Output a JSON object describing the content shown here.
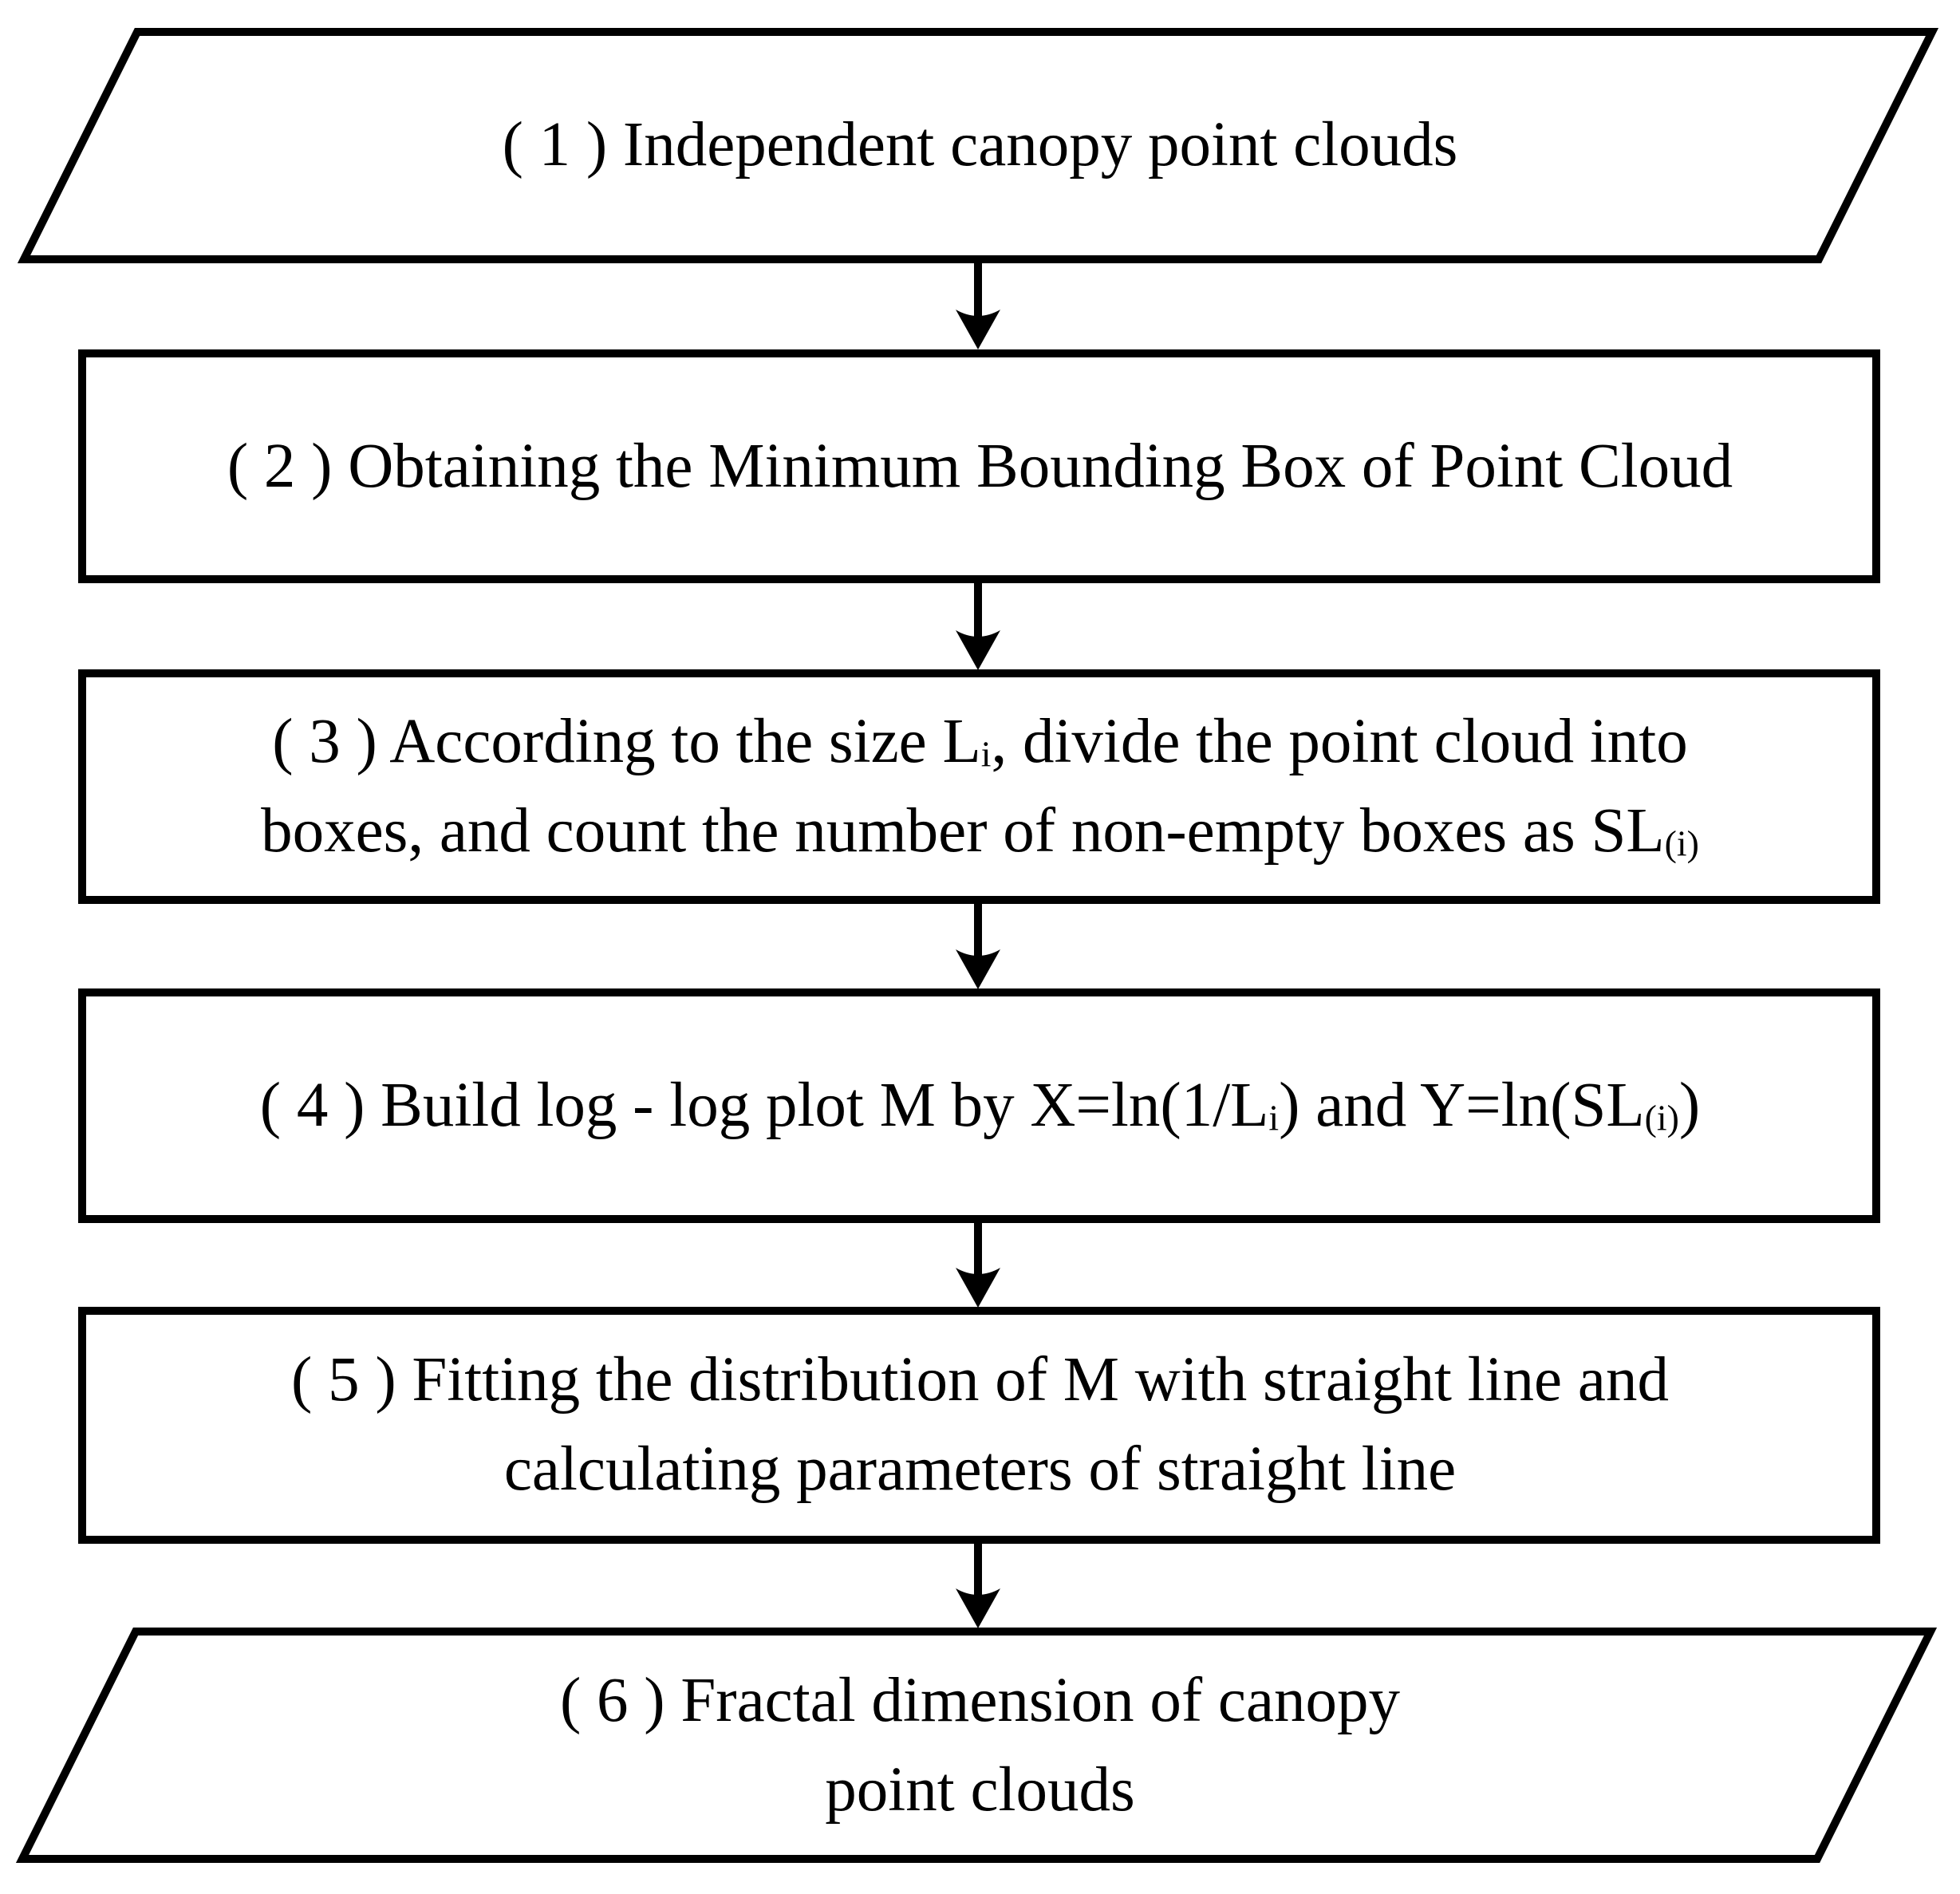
{
  "figure": {
    "title": "Fractal dimension of canopy point clouds flowchart",
    "colors": {
      "stroke": "#000000",
      "text": "#000000",
      "background": "#ffffff"
    },
    "shapes": [
      {
        "step": "1",
        "kind": "parallelogram",
        "lines": [
          [
            {
              "t": "( 1 ) Independent canopy point clouds"
            }
          ]
        ]
      },
      {
        "step": "2",
        "kind": "rectangle",
        "lines": [
          [
            {
              "t": "( 2 ) Obtaining the Minimum Bounding Box of Point Cloud"
            }
          ]
        ]
      },
      {
        "step": "3",
        "kind": "rectangle",
        "lines": [
          [
            {
              "t": "( 3 ) According to the size L"
            },
            {
              "t": "i",
              "sub": true
            },
            {
              "t": ", divide the point cloud into"
            }
          ],
          [
            {
              "t": "boxes, and count the number of non-empty boxes as SL"
            },
            {
              "t": "(i)",
              "sub": true
            }
          ]
        ]
      },
      {
        "step": "4",
        "kind": "rectangle",
        "lines": [
          [
            {
              "t": "( 4 ) Build log - log plot M by X=ln(1/L"
            },
            {
              "t": "i",
              "sub": true
            },
            {
              "t": ") and Y=ln(SL"
            },
            {
              "t": "(i)",
              "sub": true
            },
            {
              "t": ")"
            }
          ]
        ]
      },
      {
        "step": "5",
        "kind": "rectangle",
        "lines": [
          [
            {
              "t": "( 5 ) Fitting the distribution of M with straight line and"
            }
          ],
          [
            {
              "t": "calculating parameters of straight line"
            }
          ]
        ]
      },
      {
        "step": "6",
        "kind": "parallelogram",
        "lines": [
          [
            {
              "t": "( 6 ) Fractal dimension of canopy"
            }
          ],
          [
            {
              "t": "point clouds"
            }
          ]
        ]
      }
    ],
    "connectors": [
      {
        "from": "1",
        "to": "2"
      },
      {
        "from": "2",
        "to": "3"
      },
      {
        "from": "3",
        "to": "4"
      },
      {
        "from": "4",
        "to": "5"
      },
      {
        "from": "5",
        "to": "6"
      }
    ]
  }
}
